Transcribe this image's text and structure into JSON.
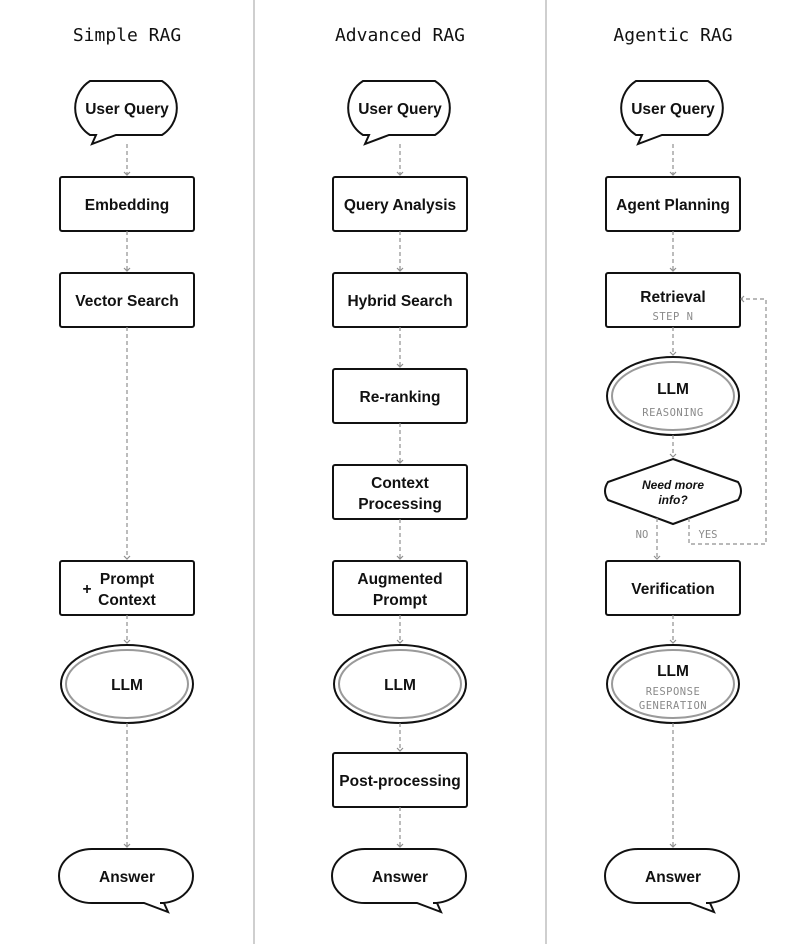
{
  "columns": {
    "simple": {
      "title": "Simple RAG",
      "user_query": "User Query",
      "embedding": "Embedding",
      "vector_search": "Vector Search",
      "prompt_context": {
        "plus": "+",
        "line1": "Prompt",
        "line2": "Context"
      },
      "llm": "LLM",
      "answer": "Answer"
    },
    "advanced": {
      "title": "Advanced RAG",
      "user_query": "User Query",
      "query_analysis": "Query Analysis",
      "hybrid_search": "Hybrid Search",
      "reranking": "Re-ranking",
      "context_processing": {
        "line1": "Context",
        "line2": "Processing"
      },
      "augmented_prompt": {
        "line1": "Augmented",
        "line2": "Prompt"
      },
      "llm": "LLM",
      "post_processing": "Post-processing",
      "answer": "Answer"
    },
    "agentic": {
      "title": "Agentic RAG",
      "user_query": "User Query",
      "agent_planning": "Agent Planning",
      "retrieval": {
        "label": "Retrieval",
        "sub": "STEP N"
      },
      "llm_reasoning": {
        "label": "LLM",
        "sub": "REASONING"
      },
      "decision": {
        "line1": "Need more",
        "line2": "info?",
        "no": "NO",
        "yes": "YES"
      },
      "verification": "Verification",
      "llm_generation": {
        "label": "LLM",
        "sub1": "RESPONSE",
        "sub2": "GENERATION"
      },
      "answer": "Answer"
    }
  },
  "colors": {
    "stroke": "#111111",
    "arrow": "#8f8f8f",
    "muted_text": "#8a8a8a",
    "divider": "#cfcfcf"
  }
}
